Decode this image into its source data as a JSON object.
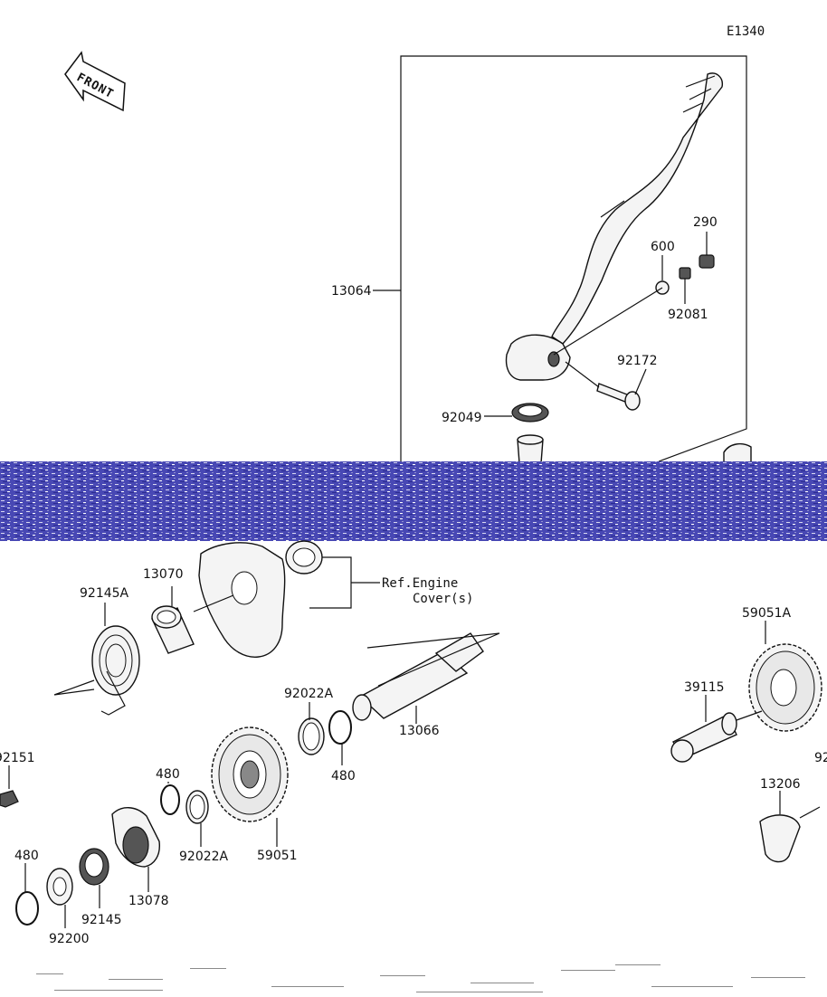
{
  "diagram_code": "E1340",
  "front_label": "FRONT",
  "ref_note": {
    "line1": "Ref.Engine",
    "line2": "Cover(s)"
  },
  "parts": {
    "p13064": "13064",
    "p600": "600",
    "p290": "290",
    "p92081": "92081",
    "p92172": "92172",
    "p92049": "92049",
    "p92145A": "92145A",
    "p13070": "13070",
    "p59051A": "59051A",
    "p39115": "39115",
    "p92022A_top": "92022A",
    "p13066": "13066",
    "p480_mid": "480",
    "p92151": "92151",
    "p480_a": "480",
    "p92022A_low": "92022A",
    "p59051": "59051",
    "p13206": "13206",
    "p92_cut": "92",
    "p480_low": "480",
    "p92145": "92145",
    "p13078": "13078",
    "p92200": "92200"
  },
  "colors": {
    "band": "#3a3aa8",
    "ink": "#111111",
    "fill": "#f4f4f4"
  }
}
